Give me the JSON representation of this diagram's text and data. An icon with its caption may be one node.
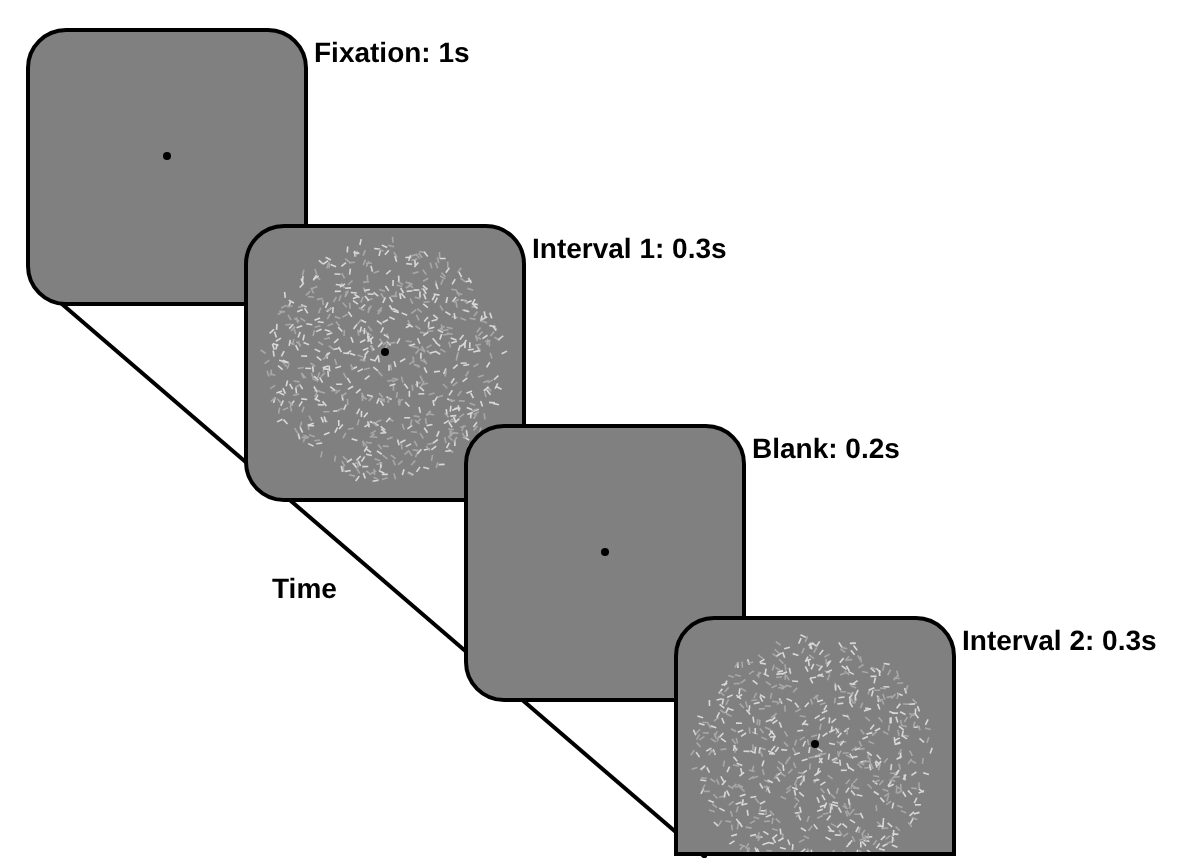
{
  "diagram": {
    "nodes": [
      {
        "text": [],
        "shape": "box",
        "beside": [
          "Fixation: 1s"
        ]
      },
      {
        "text": [],
        "shape": "box",
        "beside": [
          "Interval 1: 0.3s"
        ]
      },
      {
        "text": [],
        "shape": "box",
        "beside": [
          "Blank: 0.2s"
        ]
      },
      {
        "text": [],
        "shape": "box",
        "beside": [
          "Interval 2: 0.3s"
        ]
      }
    ],
    "labels": [
      "Time"
    ]
  }
}
